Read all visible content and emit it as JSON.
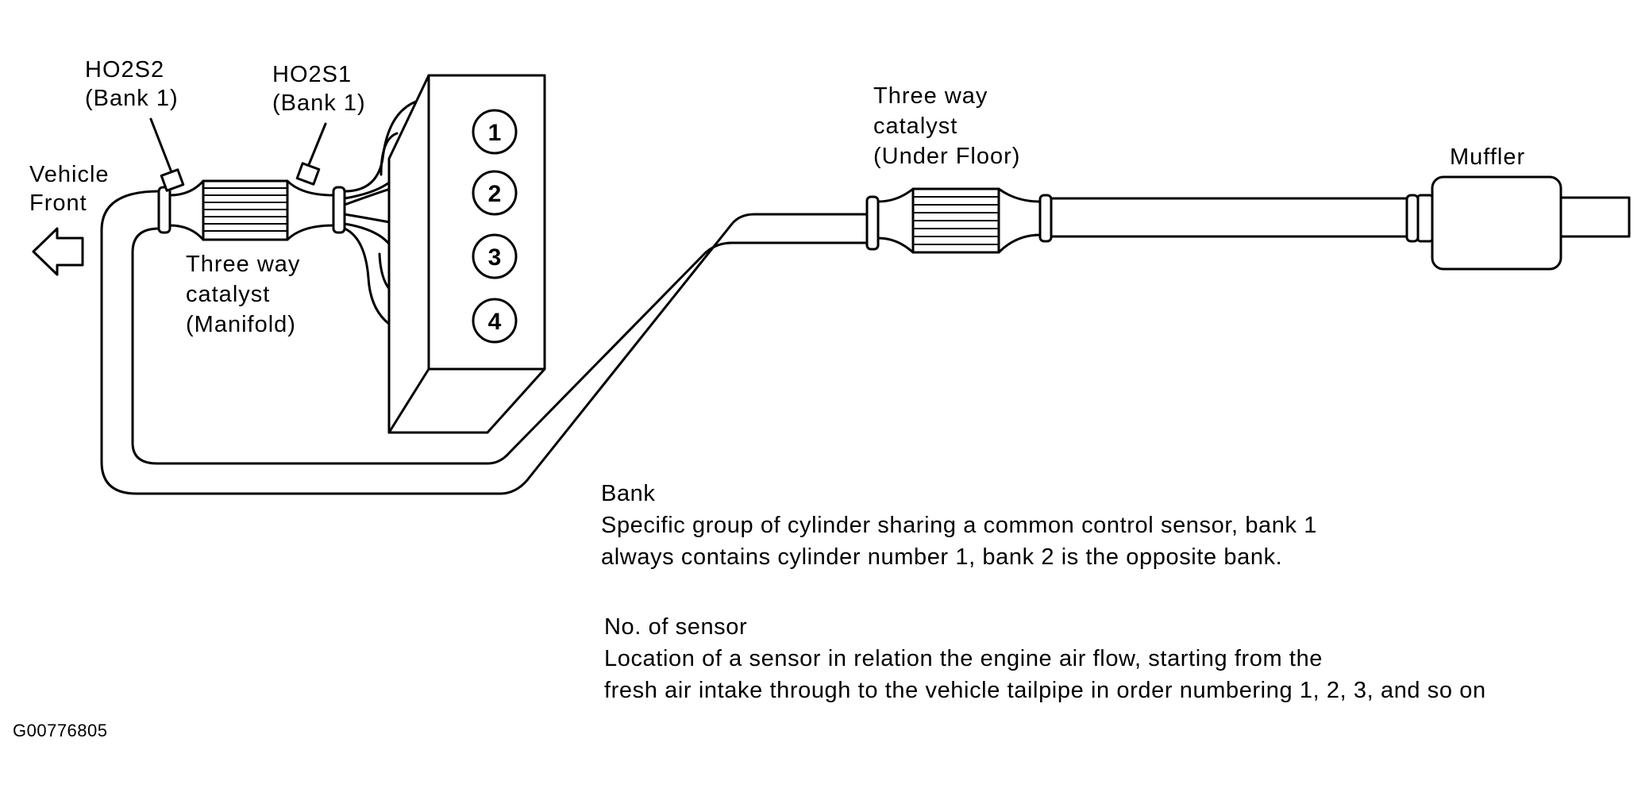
{
  "labels": {
    "ho2s2": {
      "name": "HO2S2",
      "bank": "(Bank 1)"
    },
    "ho2s1": {
      "name": "HO2S1",
      "bank": "(Bank 1)"
    },
    "vehicle_front": {
      "line1": "Vehicle",
      "line2": "Front"
    },
    "catalyst_manifold": {
      "line1": "Three way",
      "line2": "catalyst",
      "line3": "(Manifold)"
    },
    "catalyst_under_floor": {
      "line1": "Three way",
      "line2": "catalyst",
      "line3": "(Under Floor)"
    },
    "muffler": "Muffler"
  },
  "cylinders": [
    "1",
    "2",
    "3",
    "4"
  ],
  "notes": {
    "bank": {
      "heading": "Bank",
      "lines": [
        "Specific group of cylinder sharing a common control sensor, bank 1",
        "always contains cylinder number 1, bank 2 is the opposite bank."
      ]
    },
    "sensor_number": {
      "heading": "No. of sensor",
      "lines": [
        "Location of a sensor in relation the engine air flow, starting from the",
        "fresh air intake through to the vehicle tailpipe in order numbering 1, 2, 3, and so on"
      ]
    }
  },
  "figure_code": "G00776805"
}
